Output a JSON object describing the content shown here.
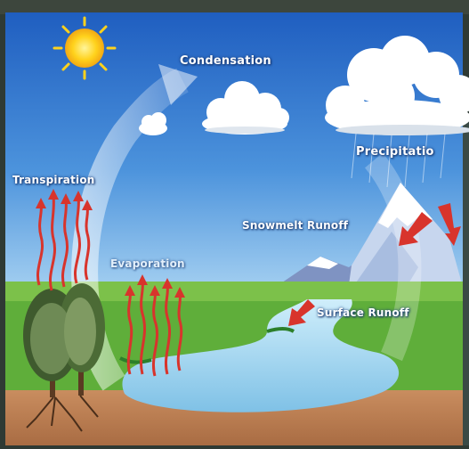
{
  "diagram": {
    "labels": {
      "condensation": "Condensation",
      "precipitation": "Precipitatio",
      "transpiration": "Transpiration",
      "snowmelt_runoff": "Snowmelt Runoff",
      "evaporation": "Evaporation",
      "surface_runoff": "Surface Runoff"
    },
    "colors": {
      "sky_top": "#1f63c4",
      "sky_bottom": "#9cc9ef",
      "grass": "#5fae3a",
      "water": "#a9d7f0",
      "soil": "#c58a5c",
      "arrow_red": "#d8342c",
      "sun": "#ffd21c"
    }
  }
}
